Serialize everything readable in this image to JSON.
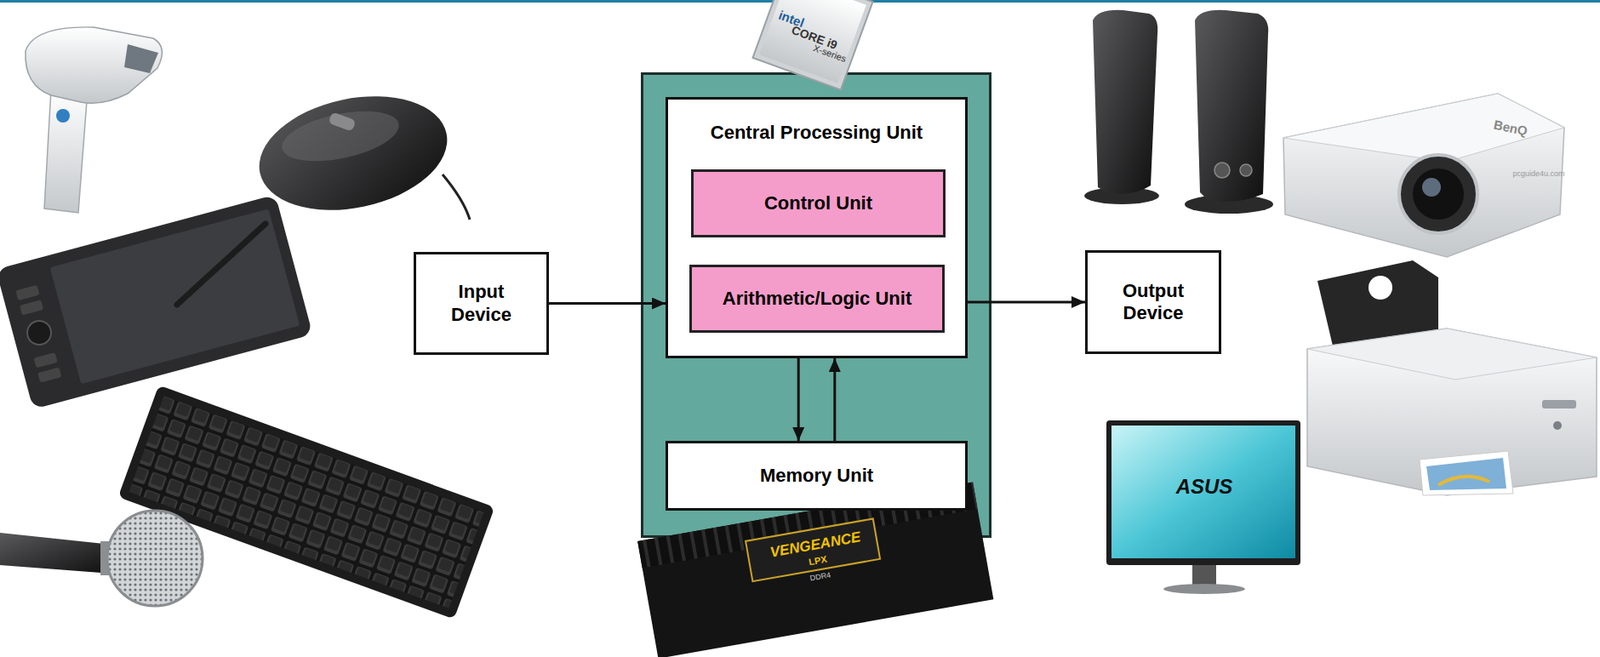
{
  "diagram": {
    "nodes": [
      {
        "text": [
          "Input Device"
        ]
      },
      {
        "text": [
          "Central Processing Unit"
        ]
      },
      {
        "text": [
          "Control Unit"
        ],
        "in": 1
      },
      {
        "text": [
          "Arithmetic/Logic Unit"
        ],
        "in": 1
      },
      {
        "text": [
          "Memory Unit"
        ]
      },
      {
        "text": [
          "Output Device"
        ]
      }
    ],
    "edges": [
      {
        "from": 0,
        "to": 1,
        "arrow": "to"
      },
      {
        "from": 1,
        "to": 5,
        "arrow": "to"
      },
      {
        "from": 1,
        "to": 4,
        "arrow": "to"
      },
      {
        "from": 4,
        "to": 1,
        "arrow": "to"
      }
    ],
    "labels": [
      "intel",
      "CORE i9",
      "X-series",
      "VENGEANCE",
      "LPX",
      "DDR4",
      "ASUS",
      "BenQ",
      "pcguide4u.com"
    ]
  }
}
